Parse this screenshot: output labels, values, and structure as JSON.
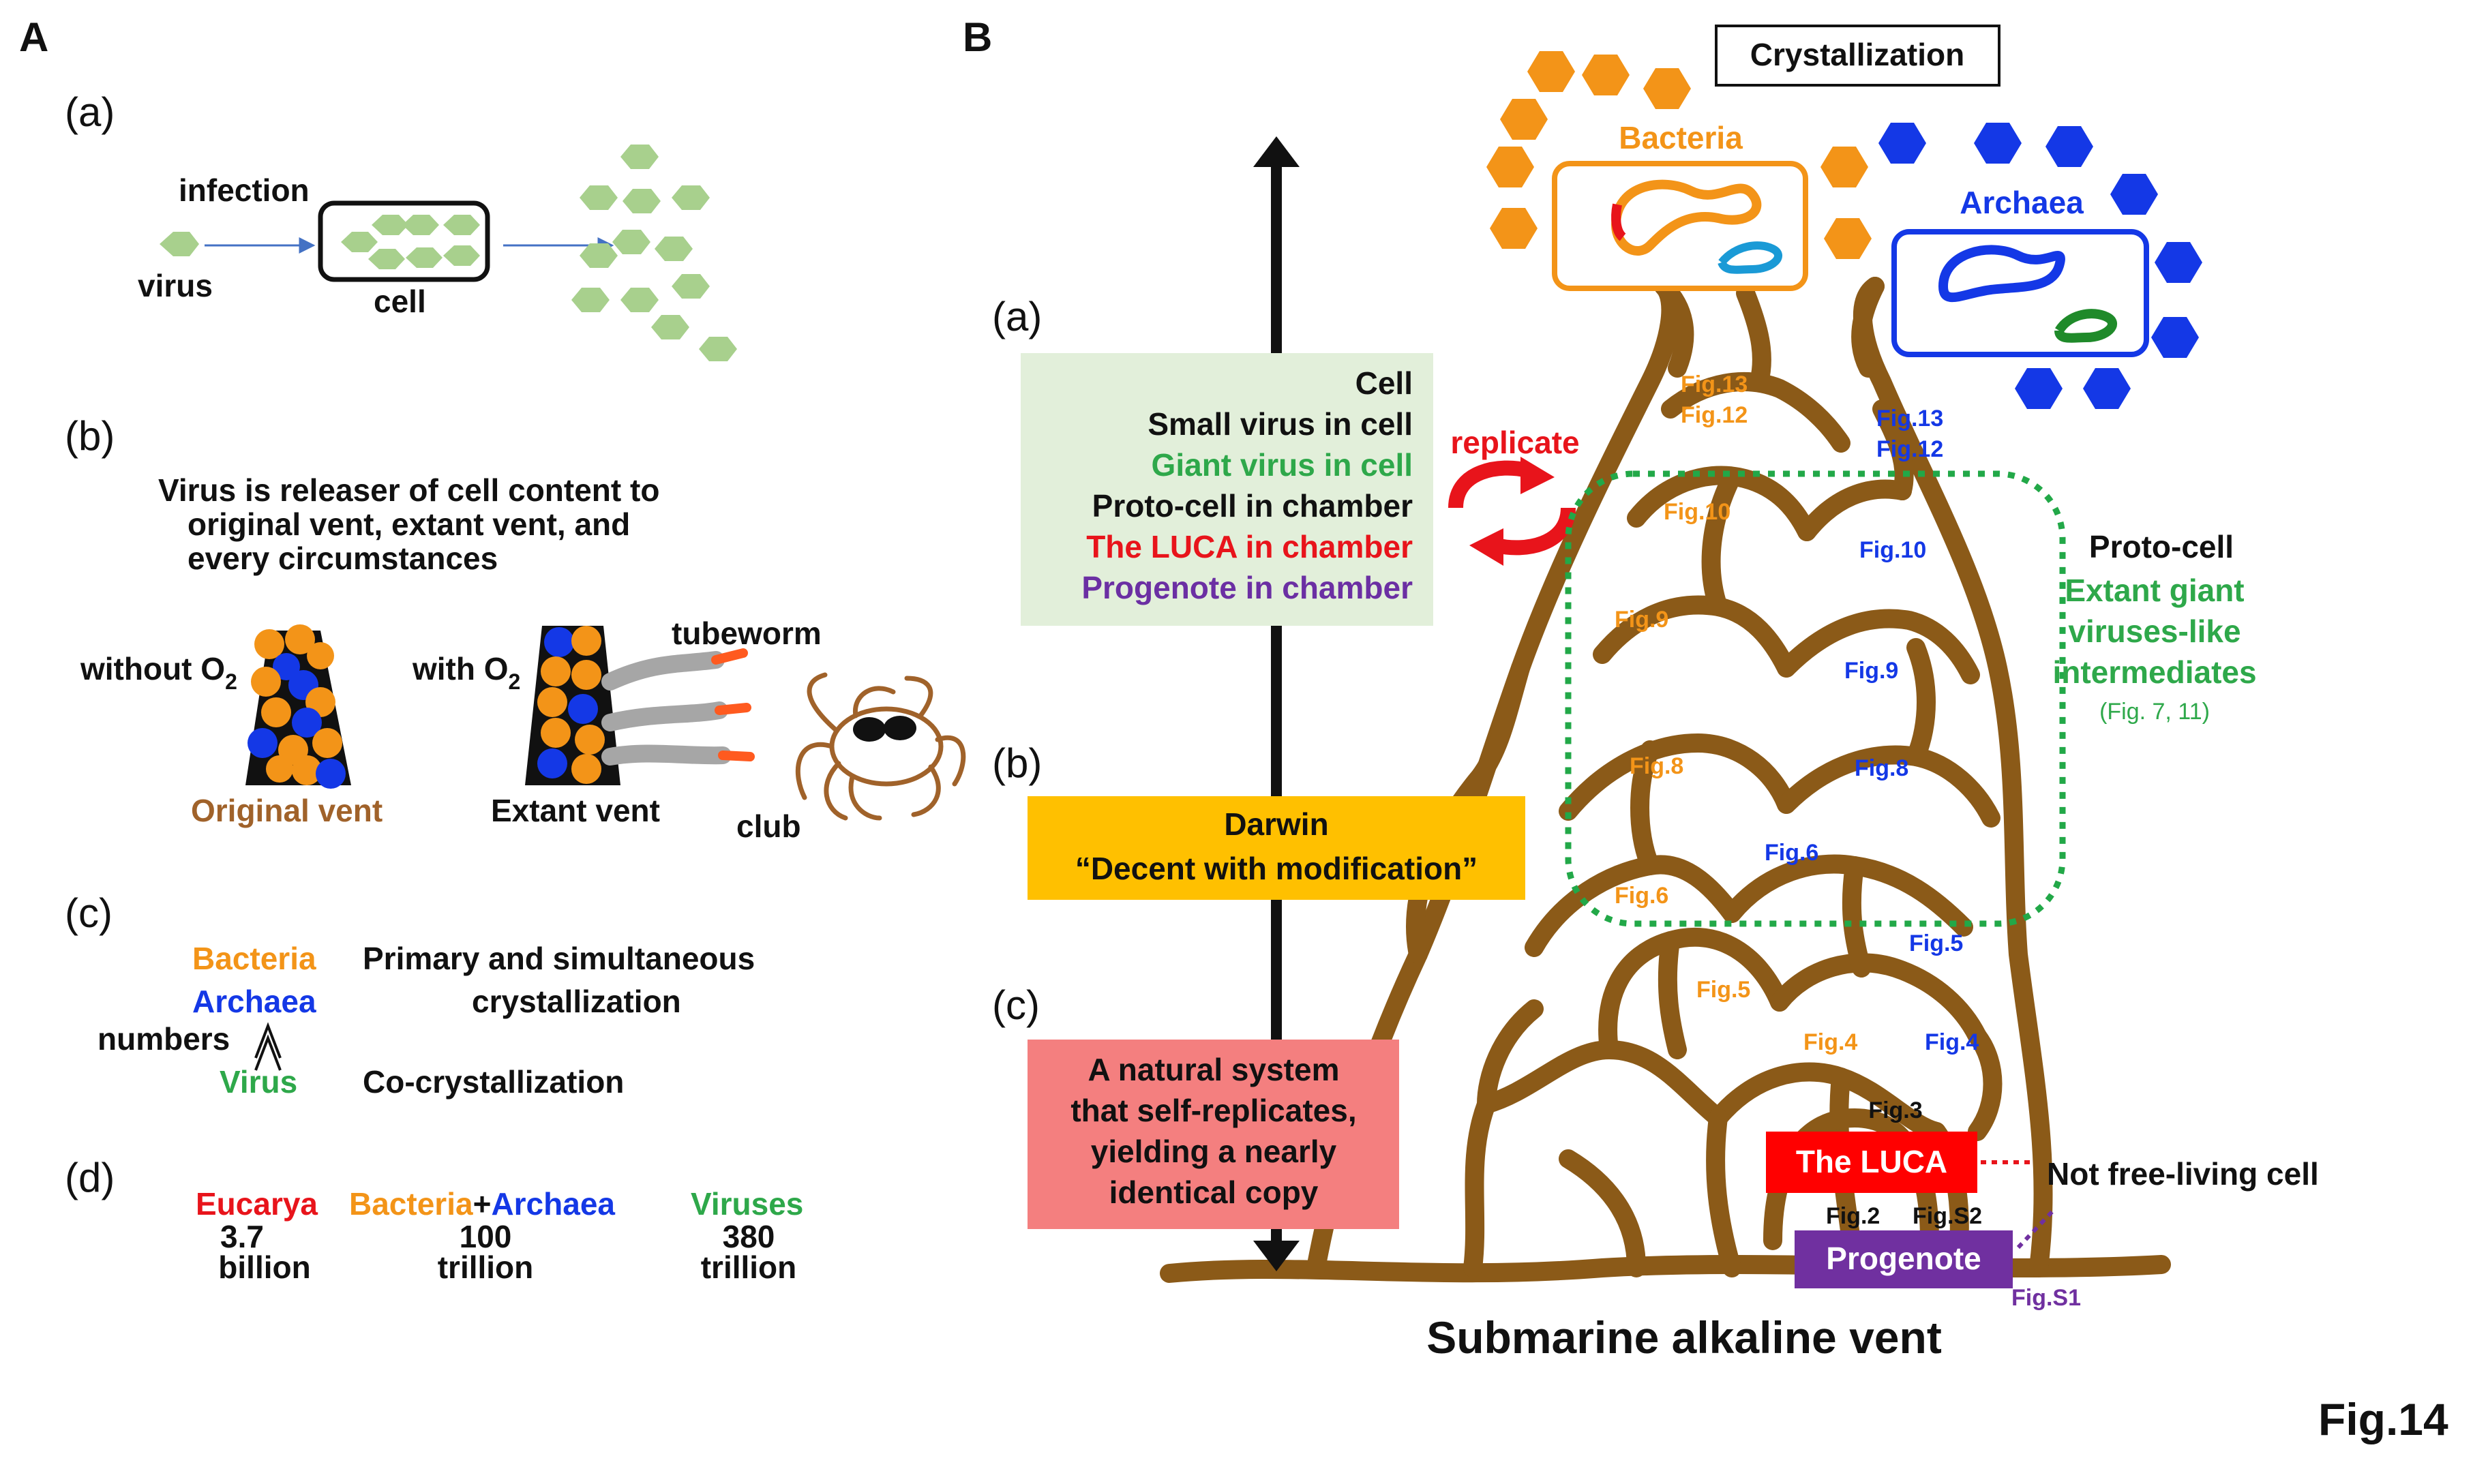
{
  "panel_a": {
    "label": "A",
    "sub_a": {
      "label": "(a)",
      "infection": "infection",
      "virus": "virus",
      "cell": "cell"
    },
    "sub_b": {
      "label": "(b)",
      "text_line1": "Virus is releaser of cell content to",
      "text_line2": "original vent, extant vent, and",
      "text_line3": "every circumstances",
      "without_o2": "without O",
      "with_o2": "with O",
      "o2_subscript": "2",
      "tubeworm": "tubeworm",
      "original_vent": "Original vent",
      "extant_vent": "Extant vent",
      "club": "club"
    },
    "sub_c": {
      "label": "(c)",
      "bacteria": "Bacteria",
      "archaea": "Archaea",
      "numbers": "numbers",
      "virus": "Virus",
      "primary_line1": "Primary and simultaneous",
      "primary_line2": "crystallization",
      "cocrystallization": "Co-crystallization"
    },
    "sub_d": {
      "label": "(d)",
      "eucarya": "Eucarya",
      "eucarya_num": "3.7",
      "eucarya_unit": "billion",
      "bacteria": "Bacteria",
      "plus": "+",
      "archaea": "Archaea",
      "ba_num": "100",
      "ba_unit": "trillion",
      "viruses": "Viruses",
      "viruses_num": "380",
      "viruses_unit": "trillion"
    }
  },
  "panel_b": {
    "label": "B",
    "crystallization": "Crystallization",
    "bacteria": "Bacteria",
    "archaea": "Archaea",
    "stage_a": "(a)",
    "stage_b": "(b)",
    "stage_c": "(c)",
    "box_a_lines": [
      "Cell",
      "Small virus in cell",
      "Giant virus in cell",
      "Proto-cell in chamber",
      "The LUCA in chamber",
      "Progenote in chamber"
    ],
    "box_a_colors": [
      "#111111",
      "#111111",
      "#2ea84a",
      "#111111",
      "#e8141b",
      "#6b2fa3"
    ],
    "replicate": "replicate",
    "darwin_line1": "Darwin",
    "darwin_line2": "“Decent with modification”",
    "natural_lines": [
      "A natural system",
      "that self-replicates,",
      "yielding a nearly",
      "identical copy"
    ],
    "proto_cell": "Proto-cell",
    "giant_line1": "Extant giant",
    "giant_line2": "viruses-like",
    "giant_line3": "intermediates",
    "giant_ref": "(Fig. 7, 11)",
    "luca": "The LUCA",
    "not_free_living": "Not free-living cell",
    "progenote": "Progenote",
    "vent_title": "Submarine alkaline vent",
    "fig_labels_orange": {
      "f13": "Fig.13",
      "f12": "Fig.12",
      "f10": "Fig.10",
      "f9": "Fig.9",
      "f8": "Fig.8",
      "f6": "Fig.6",
      "f5": "Fig.5",
      "f4": "Fig.4"
    },
    "fig_labels_blue": {
      "f13": "Fig.13",
      "f12": "Fig.12",
      "f10": "Fig.10",
      "f9": "Fig.9",
      "f8": "Fig.8",
      "f6": "Fig.6",
      "f5": "Fig.5",
      "f4": "Fig.4"
    },
    "fig3": "Fig.3",
    "fig2": "Fig.2",
    "figS2": "Fig.S2",
    "figS1": "Fig.S1"
  },
  "figure_label": "Fig.14",
  "colors": {
    "orange": "#f39418",
    "blue": "#1438e6",
    "green_virus": "#a8d08d",
    "vent_brown": "#8b5a18",
    "green_text": "#2ea84a",
    "red": "#e8141b",
    "purple": "#6b2fa3",
    "box_green": "#e2efda",
    "box_yellow": "#ffc000",
    "box_pink": "#f47f7f",
    "brown_text": "#a0622a"
  }
}
